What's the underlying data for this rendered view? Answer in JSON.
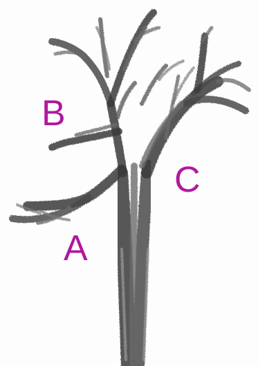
{
  "labels": {
    "a": "A",
    "b": "B",
    "c": "C"
  },
  "colors": {
    "label": "#b0189e",
    "pencil_dark": "#3b3b3b",
    "pencil_mid": "#6a6a6a",
    "pencil_light": "#9a9a9a",
    "paper": "#fdfdfd"
  },
  "icons": {
    "tree": "pencil-sketch-tree-icon"
  }
}
